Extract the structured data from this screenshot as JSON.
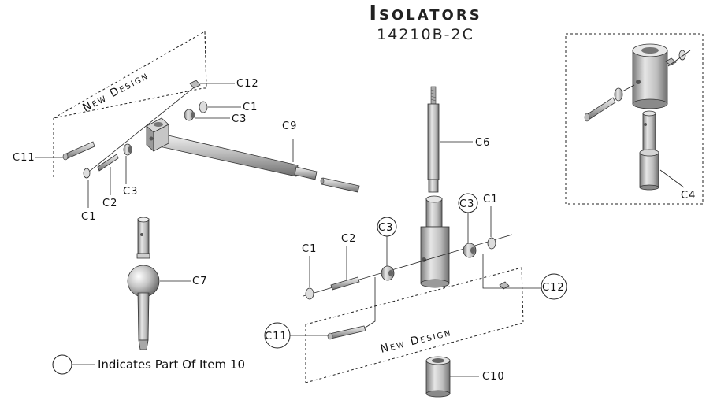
{
  "title": "Isolators",
  "part_number": "14210B-2C",
  "new_design_label": "New Design",
  "legend_text": "Indicates Part Of Item 10",
  "labels": {
    "c1": "C1",
    "c2": "C2",
    "c3": "C3",
    "c4": "C4",
    "c6": "C6",
    "c7": "C7",
    "c9": "C9",
    "c10": "C10",
    "c11": "C11",
    "c12": "C12"
  },
  "colors": {
    "metal_light": "#e8e8e8",
    "metal_mid": "#b8b8b8",
    "metal_dark": "#7a7a7a",
    "line": "#222222"
  }
}
